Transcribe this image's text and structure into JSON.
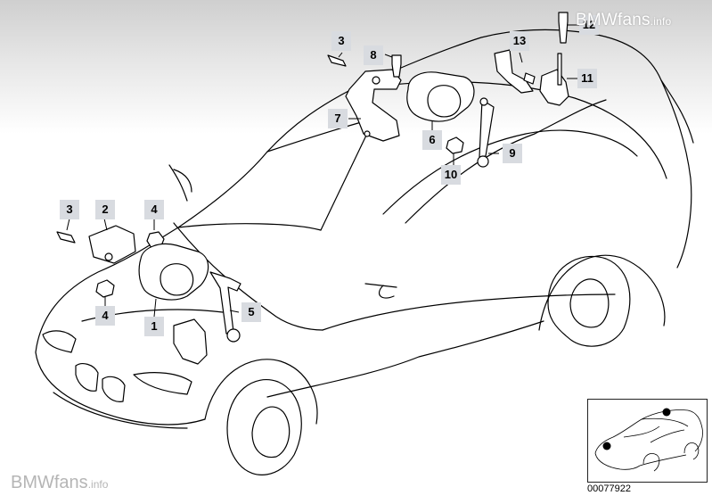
{
  "watermark_top": {
    "brand": "BMWfans",
    "suffix": ".info"
  },
  "watermark_bottom": {
    "brand": "BMWfans",
    "suffix": ".info"
  },
  "diagram_id": "00077922",
  "callouts": {
    "c3_rear": "3",
    "c8": "8",
    "c13": "13",
    "c12": "12",
    "c11": "11",
    "c7": "7",
    "c6": "6",
    "c9": "9",
    "c10": "10",
    "c3_front": "3",
    "c2": "2",
    "c4_top": "4",
    "c4_bottom": "4",
    "c1": "1",
    "c5": "5"
  },
  "colors": {
    "callout_bg": "#d8dbe0",
    "line": "#000000",
    "part_fill": "#ffffff"
  },
  "icons": {
    "inset": "car-locator-icon"
  }
}
